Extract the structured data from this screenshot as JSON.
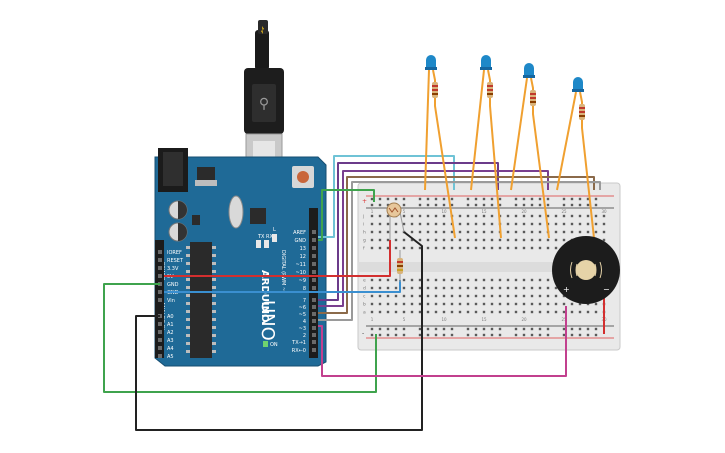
{
  "board": {
    "model": "UNO",
    "brand": "ARDUINO",
    "digital_header_label": "DIGITAL (PWM ~)",
    "analog_header_label": "ANALOG IN",
    "power_header_label": "POWER",
    "tx_label": "TX",
    "rx_label": "RX",
    "l_label": "L",
    "on_label": "ON",
    "digital_pins": [
      "AREF",
      "GND",
      "13",
      "12",
      "~11",
      "~10",
      "~9",
      "8",
      "7",
      "~6",
      "~5",
      "4",
      "~3",
      "2",
      "TX→1",
      "RX←0"
    ],
    "power_pins": [
      "IOREF",
      "RESET",
      "3.3V",
      "5V",
      "GND",
      "GND",
      "Vin"
    ],
    "analog_pins": [
      "A0",
      "A1",
      "A2",
      "A3",
      "A4",
      "A5"
    ]
  },
  "breadboard": {
    "row_letters_top": [
      "j",
      "i",
      "h",
      "g",
      "f"
    ],
    "row_letters_bottom": [
      "e",
      "d",
      "c",
      "b",
      "a"
    ],
    "column_numbers": [
      "1",
      "5",
      "10",
      "15",
      "20",
      "25",
      "30"
    ],
    "rail_plus": "+",
    "rail_minus": "-"
  },
  "buzzer": {
    "plus_label": "+",
    "minus_label": "−"
  },
  "colors": {
    "board_blue": "#1f6a97",
    "wire_red": "#d32f2f",
    "wire_green": "#3fa34d",
    "wire_blue": "#3a8fd0",
    "wire_orange": "#f0a030",
    "wire_purple": "#6b3b8a",
    "wire_magenta": "#c2408e",
    "wire_black": "#222222",
    "led_blue": "#1e88c8"
  }
}
